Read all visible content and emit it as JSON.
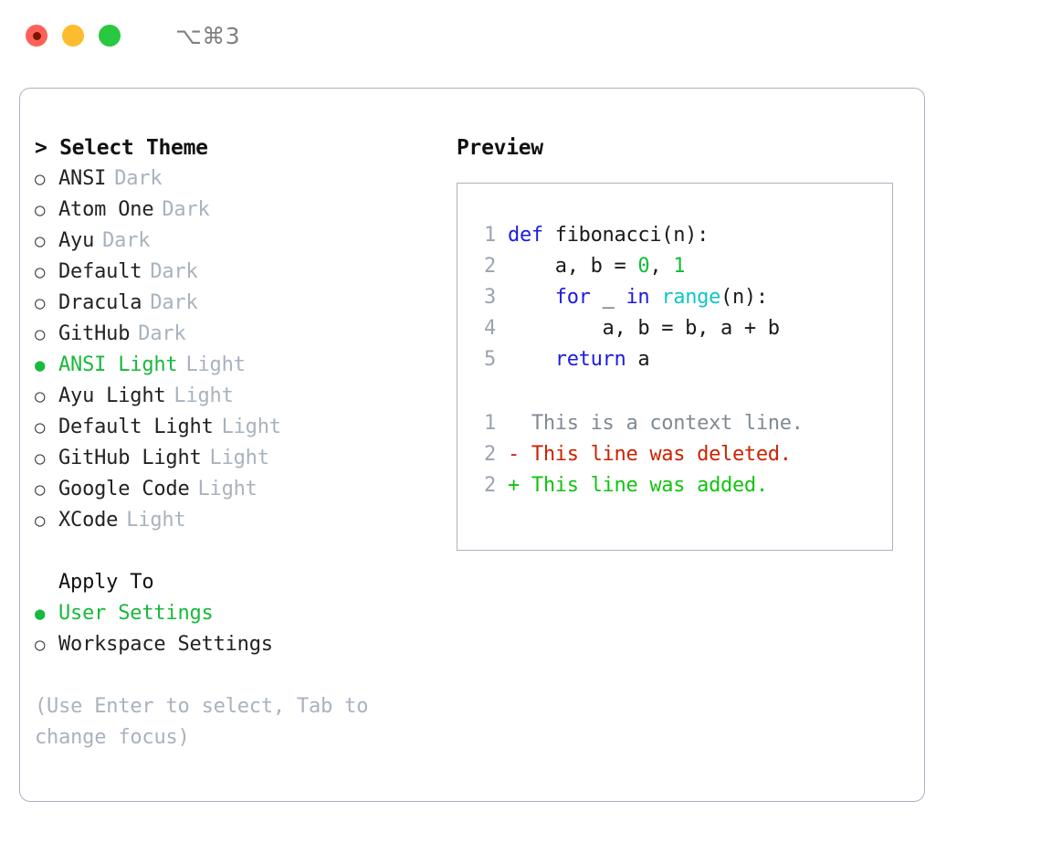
{
  "titlebar": {
    "dots": [
      {
        "name": "close-button",
        "color": "#ff6058"
      },
      {
        "name": "minimize-button",
        "color": "#fcbc2e"
      },
      {
        "name": "maximize-button",
        "color": "#28c83f"
      }
    ],
    "shortcut": "⌥⌘3"
  },
  "theme_picker": {
    "heading_caret": ">",
    "heading": "Select Theme",
    "selected_bullet": "●",
    "unselected_bullet": "○",
    "selected_color": "#18b93c",
    "badge_color": "#a9b2bd",
    "items": [
      {
        "bullet": "○",
        "label": "ANSI",
        "badge": "Dark",
        "selected": false
      },
      {
        "bullet": "○",
        "label": "Atom One",
        "badge": "Dark",
        "selected": false
      },
      {
        "bullet": "○",
        "label": "Ayu",
        "badge": "Dark",
        "selected": false
      },
      {
        "bullet": "○",
        "label": "Default",
        "badge": "Dark",
        "selected": false
      },
      {
        "bullet": "○",
        "label": "Dracula",
        "badge": "Dark",
        "selected": false
      },
      {
        "bullet": "○",
        "label": "GitHub",
        "badge": "Dark",
        "selected": false
      },
      {
        "bullet": "●",
        "label": "ANSI Light",
        "badge": "Light",
        "selected": true
      },
      {
        "bullet": "○",
        "label": "Ayu Light",
        "badge": "Light",
        "selected": false
      },
      {
        "bullet": "○",
        "label": "Default Light",
        "badge": "Light",
        "selected": false
      },
      {
        "bullet": "○",
        "label": "GitHub Light",
        "badge": "Light",
        "selected": false
      },
      {
        "bullet": "○",
        "label": "Google Code",
        "badge": "Light",
        "selected": false
      },
      {
        "bullet": "○",
        "label": "XCode",
        "badge": "Light",
        "selected": false
      }
    ]
  },
  "apply_to": {
    "title": "Apply To",
    "items": [
      {
        "bullet": "●",
        "label": "User Settings",
        "selected": true
      },
      {
        "bullet": "○",
        "label": "Workspace Settings",
        "selected": false
      }
    ]
  },
  "hint": "(Use Enter to select, Tab to change focus)",
  "preview": {
    "title": "Preview",
    "code_lines": [
      {
        "no": "1",
        "tokens": [
          {
            "t": "def ",
            "c": "tok-kw"
          },
          {
            "t": "fibonacci(n):",
            "c": "tok-plain"
          }
        ]
      },
      {
        "no": "2",
        "tokens": [
          {
            "t": "    a, b = ",
            "c": "tok-plain"
          },
          {
            "t": "0",
            "c": "tok-num"
          },
          {
            "t": ", ",
            "c": "tok-plain"
          },
          {
            "t": "1",
            "c": "tok-num"
          }
        ]
      },
      {
        "no": "3",
        "tokens": [
          {
            "t": "    ",
            "c": "tok-plain"
          },
          {
            "t": "for",
            "c": "tok-kw"
          },
          {
            "t": " _ ",
            "c": "tok-plain"
          },
          {
            "t": "in",
            "c": "tok-kw"
          },
          {
            "t": " ",
            "c": "tok-plain"
          },
          {
            "t": "range",
            "c": "tok-fn"
          },
          {
            "t": "(n):",
            "c": "tok-plain"
          }
        ]
      },
      {
        "no": "4",
        "tokens": [
          {
            "t": "        a, b = b, a + b",
            "c": "tok-plain"
          }
        ]
      },
      {
        "no": "5",
        "tokens": [
          {
            "t": "    ",
            "c": "tok-plain"
          },
          {
            "t": "return",
            "c": "tok-kw"
          },
          {
            "t": " a",
            "c": "tok-plain"
          }
        ]
      }
    ],
    "diff_lines": [
      {
        "no": "1",
        "tokens": [
          {
            "t": "  This is a context line.",
            "c": "diff-ctx"
          }
        ]
      },
      {
        "no": "2",
        "tokens": [
          {
            "t": "- This line was deleted.",
            "c": "diff-del"
          }
        ]
      },
      {
        "no": "2",
        "tokens": [
          {
            "t": "+ This line was added.",
            "c": "diff-add"
          }
        ]
      }
    ]
  }
}
